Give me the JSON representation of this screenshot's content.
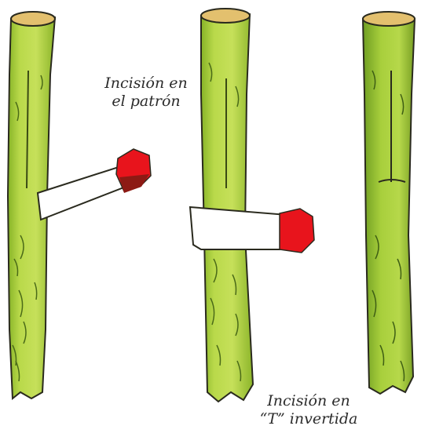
{
  "labels": {
    "top_line1": "Incisión en",
    "top_line2": "el patrón",
    "bottom_line1": "Incisión en",
    "bottom_line2": "“T” invertida"
  },
  "colors": {
    "stem_green": "#b8d846",
    "stem_dark": "#5f8a1e",
    "stem_shade": "#93bd2e",
    "cut_top": "#e3c06e",
    "knife_blade": "#ffffff",
    "knife_handle": "#e8141c",
    "knife_handle_dark": "#8d1a14",
    "outline": "#2a2a1e"
  }
}
